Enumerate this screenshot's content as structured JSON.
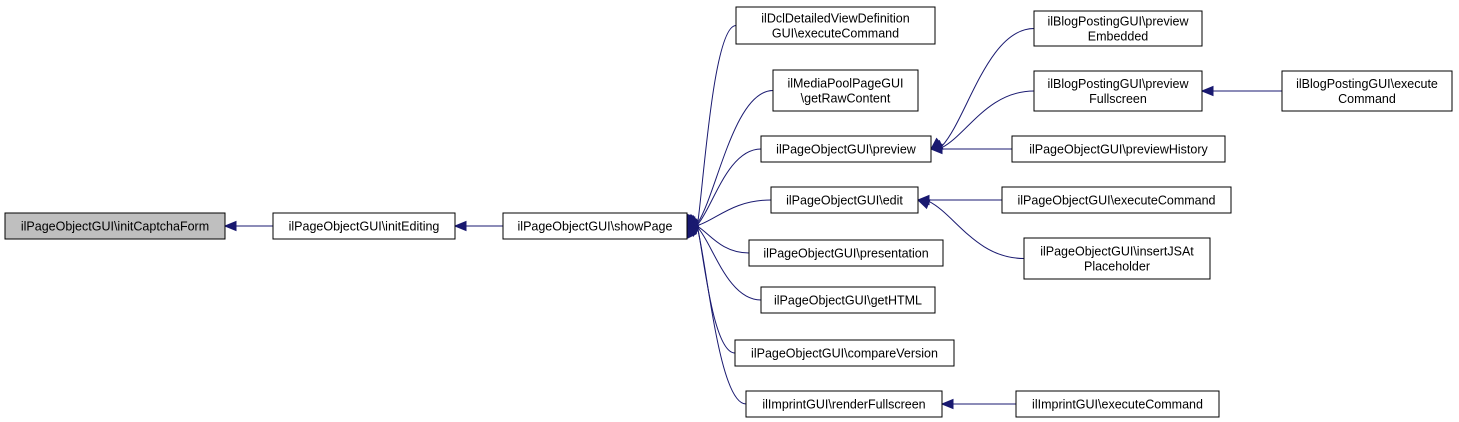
{
  "nodes": [
    {
      "id": "n0",
      "lines": [
        "ilPageObjectGUI\\initCaptchaForm"
      ],
      "root": true
    },
    {
      "id": "n1",
      "lines": [
        "ilPageObjectGUI\\initEditing"
      ]
    },
    {
      "id": "n2",
      "lines": [
        "ilPageObjectGUI\\showPage"
      ]
    },
    {
      "id": "n3",
      "lines": [
        "ilDclDetailedViewDefinition",
        "GUI\\executeCommand"
      ]
    },
    {
      "id": "n4",
      "lines": [
        "ilMediaPoolPageGUI",
        "\\getRawContent"
      ]
    },
    {
      "id": "n5",
      "lines": [
        "ilPageObjectGUI\\preview"
      ]
    },
    {
      "id": "n6",
      "lines": [
        "ilPageObjectGUI\\edit"
      ]
    },
    {
      "id": "n7",
      "lines": [
        "ilPageObjectGUI\\presentation"
      ]
    },
    {
      "id": "n8",
      "lines": [
        "ilPageObjectGUI\\getHTML"
      ]
    },
    {
      "id": "n9",
      "lines": [
        "ilPageObjectGUI\\compareVersion"
      ]
    },
    {
      "id": "n10",
      "lines": [
        "ilImprintGUI\\renderFullscreen"
      ]
    },
    {
      "id": "n11",
      "lines": [
        "ilBlogPostingGUI\\preview",
        "Embedded"
      ]
    },
    {
      "id": "n12",
      "lines": [
        "ilBlogPostingGUI\\preview",
        "Fullscreen"
      ]
    },
    {
      "id": "n13",
      "lines": [
        "ilBlogPostingGUI\\execute",
        "Command"
      ]
    },
    {
      "id": "n14",
      "lines": [
        "ilPageObjectGUI\\previewHistory"
      ]
    },
    {
      "id": "n15",
      "lines": [
        "ilPageObjectGUI\\executeCommand"
      ]
    },
    {
      "id": "n16",
      "lines": [
        "ilPageObjectGUI\\insertJSAt",
        "Placeholder"
      ]
    },
    {
      "id": "n17",
      "lines": [
        "ilImprintGUI\\executeCommand"
      ]
    }
  ],
  "edges": [
    {
      "from": "n1",
      "to": "n0"
    },
    {
      "from": "n2",
      "to": "n1"
    },
    {
      "from": "n3",
      "to": "n2"
    },
    {
      "from": "n4",
      "to": "n2"
    },
    {
      "from": "n5",
      "to": "n2"
    },
    {
      "from": "n6",
      "to": "n2"
    },
    {
      "from": "n7",
      "to": "n2"
    },
    {
      "from": "n8",
      "to": "n2"
    },
    {
      "from": "n9",
      "to": "n2"
    },
    {
      "from": "n10",
      "to": "n2"
    },
    {
      "from": "n11",
      "to": "n5"
    },
    {
      "from": "n12",
      "to": "n5"
    },
    {
      "from": "n14",
      "to": "n5"
    },
    {
      "from": "n13",
      "to": "n12"
    },
    {
      "from": "n15",
      "to": "n6"
    },
    {
      "from": "n16",
      "to": "n6"
    },
    {
      "from": "n17",
      "to": "n10"
    }
  ],
  "colors": {
    "edge": "#191970",
    "root_fill": "#bfbfbf",
    "node_fill": "#ffffff",
    "node_stroke": "#000000"
  }
}
